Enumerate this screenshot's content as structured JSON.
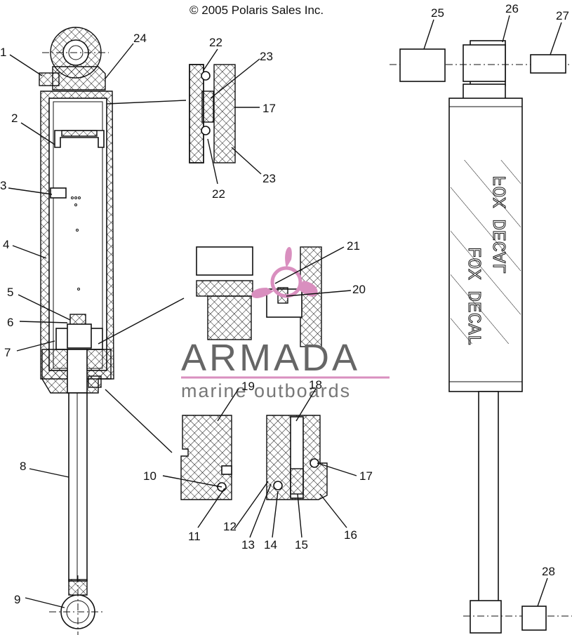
{
  "copyright": "© 2005 Polaris Sales Inc.",
  "watermark": {
    "brand": "ARMADA",
    "tagline": "marine outboards",
    "accent_color": "#d98fbf"
  },
  "decals": {
    "front": "FOX DECAL",
    "back": "FOX DECAL"
  },
  "callouts": [
    {
      "n": "1",
      "label": "1"
    },
    {
      "n": "2",
      "label": "2"
    },
    {
      "n": "3",
      "label": "3"
    },
    {
      "n": "4",
      "label": "4"
    },
    {
      "n": "5",
      "label": "5"
    },
    {
      "n": "6",
      "label": "6"
    },
    {
      "n": "7",
      "label": "7"
    },
    {
      "n": "8",
      "label": "8"
    },
    {
      "n": "9",
      "label": "9"
    },
    {
      "n": "10",
      "label": "10"
    },
    {
      "n": "11",
      "label": "11"
    },
    {
      "n": "12",
      "label": "12"
    },
    {
      "n": "13",
      "label": "13"
    },
    {
      "n": "14",
      "label": "14"
    },
    {
      "n": "15",
      "label": "15"
    },
    {
      "n": "16",
      "label": "16"
    },
    {
      "n": "17a",
      "label": "17"
    },
    {
      "n": "17b",
      "label": "17"
    },
    {
      "n": "18",
      "label": "18"
    },
    {
      "n": "19",
      "label": "19"
    },
    {
      "n": "20",
      "label": "20"
    },
    {
      "n": "21",
      "label": "21"
    },
    {
      "n": "22a",
      "label": "22"
    },
    {
      "n": "22b",
      "label": "22"
    },
    {
      "n": "23a",
      "label": "23"
    },
    {
      "n": "23b",
      "label": "23"
    },
    {
      "n": "24",
      "label": "24"
    },
    {
      "n": "25",
      "label": "25"
    },
    {
      "n": "26",
      "label": "26"
    },
    {
      "n": "27",
      "label": "27"
    },
    {
      "n": "28",
      "label": "28"
    }
  ]
}
